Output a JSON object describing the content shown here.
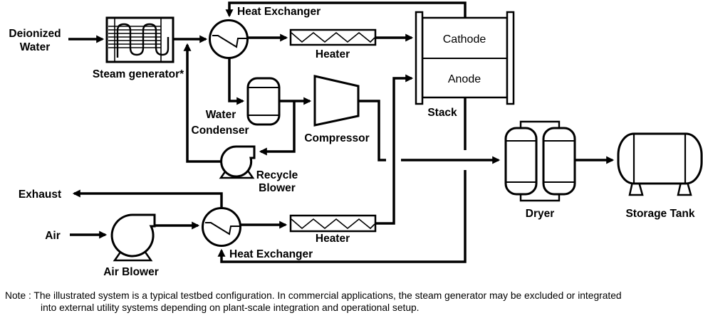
{
  "diagram": {
    "labels": {
      "deionized_water": {
        "line1": "Deionized",
        "line2": "Water"
      },
      "steam_generator": "Steam generator*",
      "heat_exchanger_top": "Heat Exchanger",
      "heater_top": "Heater",
      "cathode": "Cathode",
      "anode": "Anode",
      "stack": "Stack",
      "water_condenser": {
        "line1": "Water",
        "line2": "Condenser"
      },
      "compressor": "Compressor",
      "recycle_blower": {
        "line1": "Recycle",
        "line2": "Blower"
      },
      "exhaust": "Exhaust",
      "air": "Air",
      "air_blower": "Air Blower",
      "heat_exchanger_bottom": "Heat Exchanger",
      "heater_bottom": "Heater",
      "dryer": "Dryer",
      "storage_tank": "Storage Tank"
    },
    "note": {
      "line1": "Note : The illustrated system is a typical testbed configuration. In commercial applications, the steam generator may be excluded or integrated",
      "line2": "into external utility systems depending on plant-scale integration and operational setup."
    },
    "colors": {
      "ink": "#000000",
      "background": "#ffffff"
    }
  }
}
